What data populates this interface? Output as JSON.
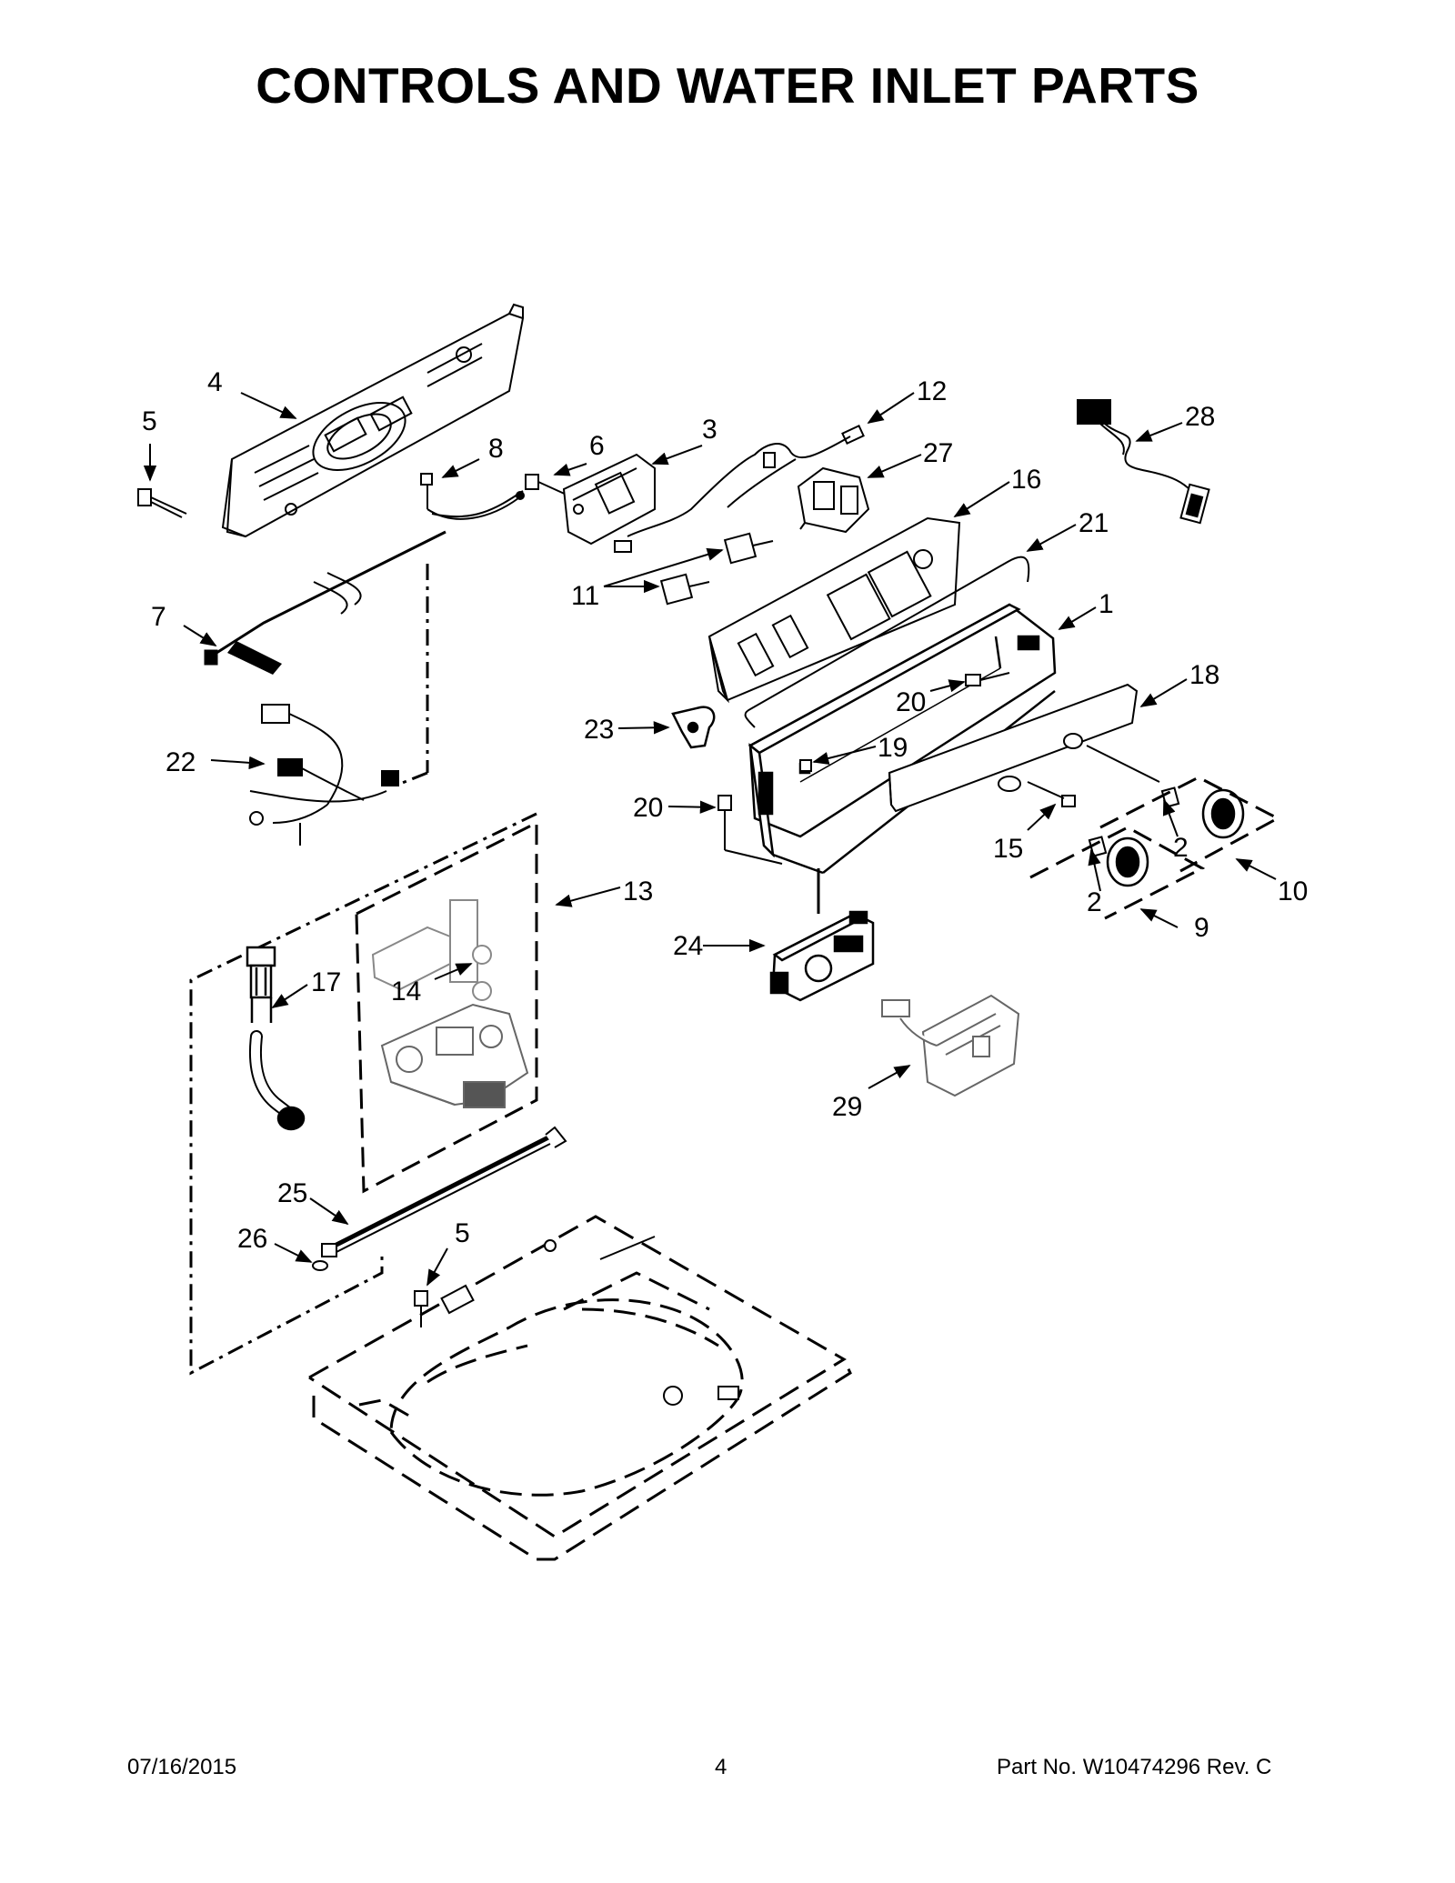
{
  "title": "CONTROLS AND WATER INLET PARTS",
  "footer": {
    "date": "07/16/2015",
    "page_number": "4",
    "part_number": "Part No.  W10474296  Rev.  C"
  },
  "callouts": {
    "c1": "1",
    "c2a": "2",
    "c2b": "2",
    "c3": "3",
    "c4": "4",
    "c5a": "5",
    "c5b": "5",
    "c6": "6",
    "c7": "7",
    "c8": "8",
    "c9": "9",
    "c10": "10",
    "c11": "11",
    "c12": "12",
    "c13": "13",
    "c14": "14",
    "c15": "15",
    "c16": "16",
    "c17": "17",
    "c18": "18",
    "c19": "19",
    "c20a": "20",
    "c20b": "20",
    "c21": "21",
    "c22": "22",
    "c23": "23",
    "c24": "24",
    "c25": "25",
    "c26": "26",
    "c27": "27",
    "c28": "28",
    "c29": "29"
  }
}
